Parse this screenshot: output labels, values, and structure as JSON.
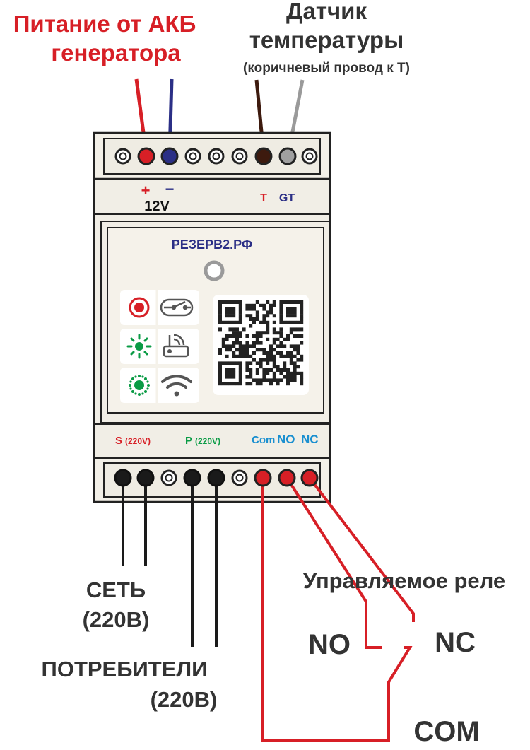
{
  "labels": {
    "power_line1": "Питание от АКБ",
    "power_line2": "генератора",
    "sensor_line1": "Датчик",
    "sensor_line2": "температуры",
    "sensor_note": "(коричневый провод к T)",
    "plus": "+",
    "minus": "−",
    "v12": "12V",
    "t": "T",
    "gt": "GT",
    "brand": "РЕЗЕРВ2.РФ",
    "s": "S",
    "s_v": "(220V)",
    "p": "P",
    "p_v": "(220V)",
    "com_small": "Com",
    "no_small": "NO",
    "nc_small": "NC",
    "net_line1": "СЕТЬ",
    "net_line2": "(220В)",
    "consumers_line1": "ПОТРЕБИТЕЛИ",
    "consumers_line2": "(220В)",
    "relay_title": "Управляемое реле",
    "no_big": "NO",
    "nc_big": "NC",
    "com_big": "COM"
  },
  "icons": {
    "indicator1": "red-record-icon",
    "indicator1b": "switch-icon",
    "indicator2": "green-led-icon",
    "indicator2b": "router-icon",
    "indicator3": "green-led-blink-icon",
    "indicator3b": "wifi-icon",
    "qr": "qr-code-icon"
  },
  "colors": {
    "red": "#d71f26",
    "blue": "#2b2f86",
    "green": "#0a9b45",
    "cyan": "#1a8fd0",
    "brown": "#3d1a0e",
    "gray": "#9a9a9a",
    "housing": "#f1eee6",
    "black": "#1a1a1a"
  }
}
